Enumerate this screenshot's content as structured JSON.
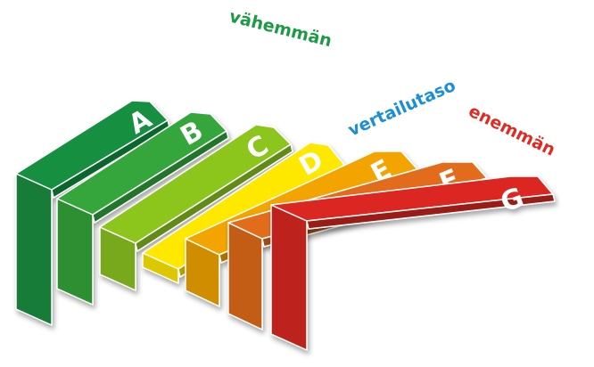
{
  "labels": {
    "less": "vähemmän",
    "reference": "vertailutaso",
    "more": "enemmän"
  },
  "label_colors": {
    "less": "#1d9a45",
    "reference": "#1b8fd6",
    "more": "#e12b22"
  },
  "classes": [
    {
      "letter": "A",
      "color": "#159040"
    },
    {
      "letter": "B",
      "color": "#34a63a"
    },
    {
      "letter": "C",
      "color": "#8cc51e"
    },
    {
      "letter": "D",
      "color": "#ffe800"
    },
    {
      "letter": "E",
      "color": "#f3a400"
    },
    {
      "letter": "F",
      "color": "#e36c1a"
    },
    {
      "letter": "G",
      "color": "#dc2720"
    }
  ]
}
